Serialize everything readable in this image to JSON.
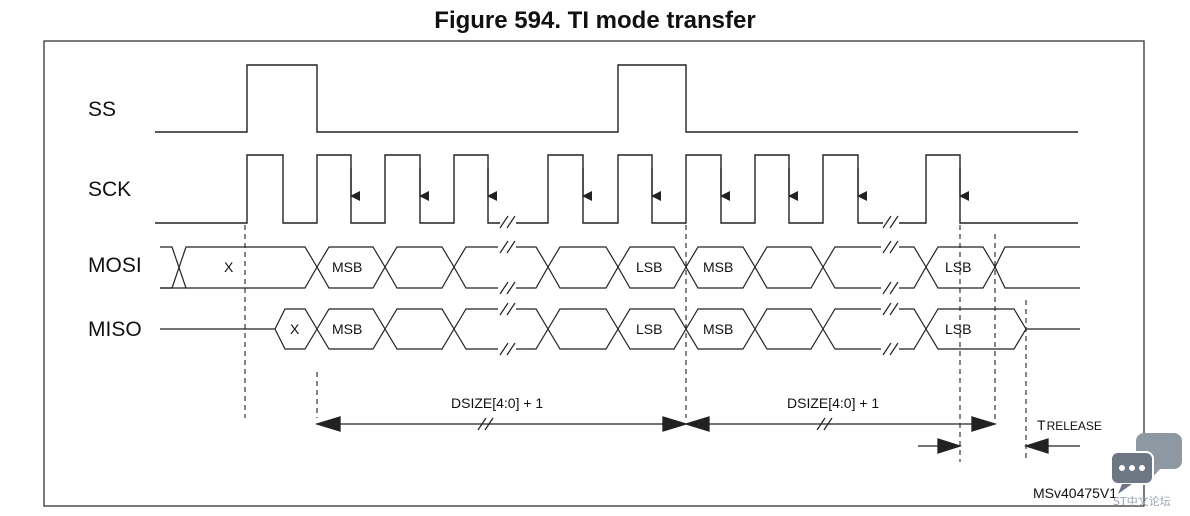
{
  "title": "Figure 594. TI mode transfer",
  "signals": [
    {
      "id": "ss",
      "label": "SS"
    },
    {
      "id": "sck",
      "label": "SCK"
    },
    {
      "id": "mosi",
      "label": "MOSI"
    },
    {
      "id": "miso",
      "label": "MISO"
    }
  ],
  "mosi_cells": [
    "X",
    "MSB",
    "LSB",
    "MSB",
    "LSB"
  ],
  "miso_cells": [
    "X",
    "MSB",
    "LSB",
    "MSB",
    "LSB"
  ],
  "dimensions": {
    "frame1": "DSIZE[4:0] + 1",
    "frame2": "DSIZE[4:0] + 1",
    "release_t": "T",
    "release_sub": "RELEASE"
  },
  "figure_id": "MSv40475V1",
  "watermark": "ST中文论坛",
  "colors": {
    "line": "#222222",
    "frame": "#333333",
    "watermark": "#8e98a3"
  }
}
